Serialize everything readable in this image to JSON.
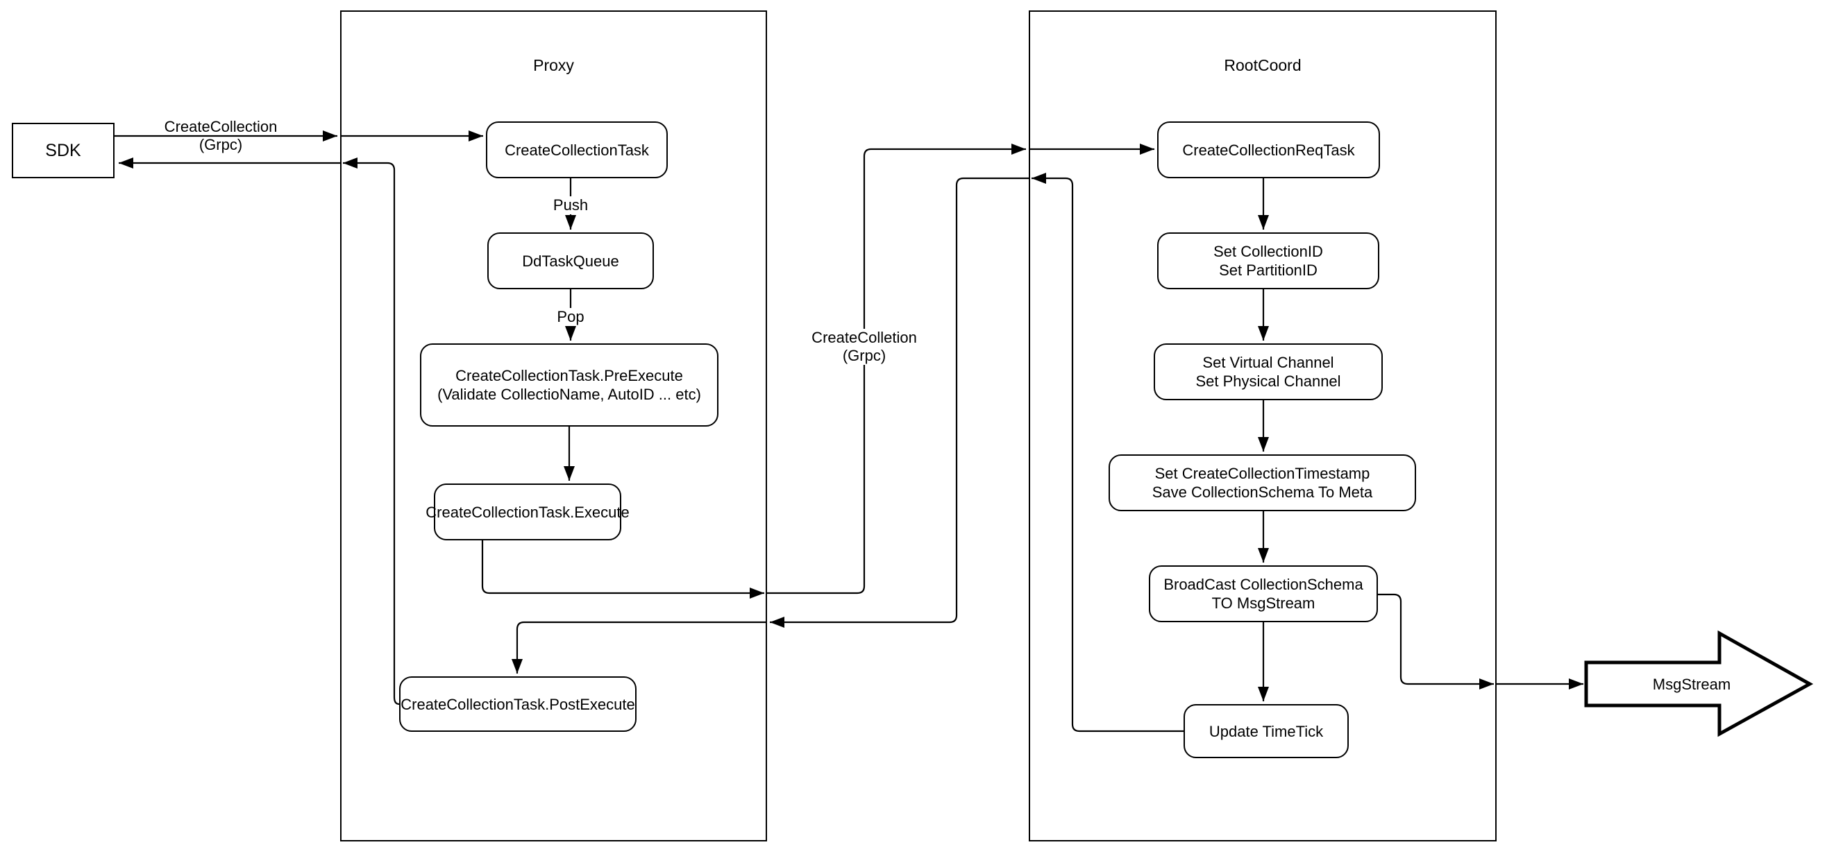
{
  "diagram": {
    "background": "#ffffff",
    "line_color": "#000000",
    "sdk": {
      "label": "SDK"
    },
    "proxy": {
      "title": "Proxy",
      "nodes": {
        "task": "CreateCollectionTask",
        "queue": "DdTaskQueue",
        "pre_execute": "CreateCollectionTask.PreExecute\n(Validate CollectioName, AutoID ... etc)",
        "execute": "CreateCollectionTask.Execute",
        "post_execute": "CreateCollectionTask.PostExecute"
      }
    },
    "rootcoord": {
      "title": "RootCoord",
      "nodes": {
        "req_task": "CreateCollectionReqTask",
        "set_ids": "Set CollectionID\nSet PartitionID",
        "set_channels": "Set Virtual Channel\nSet Physical Channel",
        "set_timestamp": "Set CreateCollectionTimestamp\nSave CollectionSchema To Meta",
        "broadcast": "BroadCast CollectionSchema\nTO MsgStream",
        "timetick": "Update TimeTick"
      }
    },
    "msgstream": {
      "label": "MsgStream"
    },
    "edge_labels": {
      "sdk_request": "CreateCollection\n(Grpc)",
      "push": "Push",
      "pop": "Pop",
      "grpc_request": "CreateColletion\n(Grpc)"
    }
  }
}
